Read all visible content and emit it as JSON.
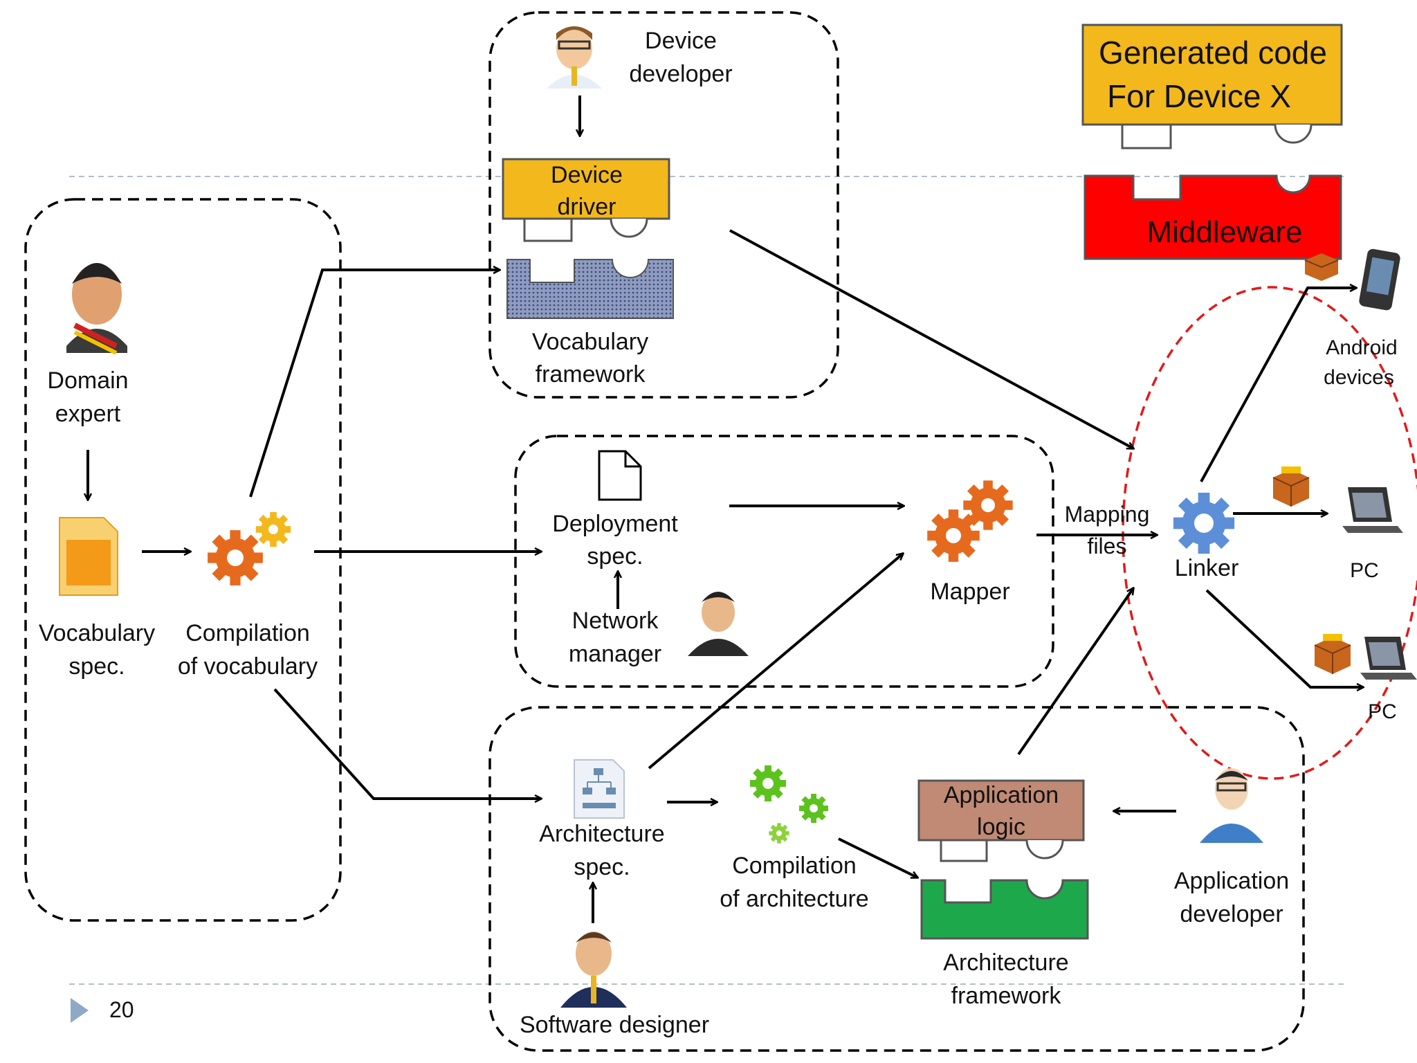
{
  "page_number": "20",
  "colors": {
    "yellow": "#f2b81c",
    "red": "#ff0000",
    "green": "#1ea84c",
    "brown": "#c08a74",
    "pattern": "#6f7fa6",
    "dashed_ellipse": "#e01b1b",
    "gear_orange": "#e66a1e",
    "gear_green": "#5cc21c",
    "gear_blue": "#5d8fd8",
    "accent_triangle": "#8ea9c6"
  },
  "labels": {
    "device_developer": [
      "Device",
      "developer"
    ],
    "device_driver": [
      "Device",
      "driver"
    ],
    "vocabulary_framework": [
      "Vocabulary",
      "framework"
    ],
    "domain_expert": [
      "Domain",
      "expert"
    ],
    "vocabulary_spec": [
      "Vocabulary",
      "spec."
    ],
    "compilation_vocabulary": [
      "Compilation",
      "of  vocabulary"
    ],
    "deployment_spec": [
      "Deployment",
      "spec."
    ],
    "network_manager": [
      "Network",
      "manager"
    ],
    "mapper": "Mapper",
    "mapping_files": [
      "Mapping",
      "files"
    ],
    "linker": "Linker",
    "generated_code": [
      "Generated code",
      "For Device X"
    ],
    "middleware": "Middleware",
    "android_devices": [
      "Android",
      "devices"
    ],
    "pc_1": "PC",
    "pc_2": "PC",
    "architecture_spec": [
      "Architecture",
      "spec."
    ],
    "compilation_architecture": [
      "Compilation",
      "of  architecture"
    ],
    "application_logic": [
      "Application",
      "logic"
    ],
    "architecture_framework": [
      "Architecture",
      "framework"
    ],
    "application_developer": [
      "Application",
      "developer"
    ],
    "software_designer": "Software  designer"
  }
}
